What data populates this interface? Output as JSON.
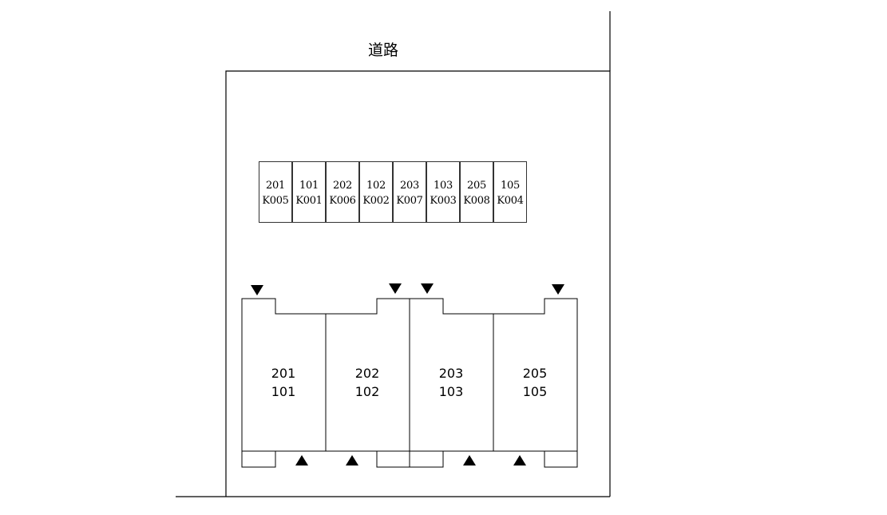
{
  "road_label": "道路",
  "parking": [
    {
      "unit": "201",
      "code": "K005"
    },
    {
      "unit": "101",
      "code": "K001"
    },
    {
      "unit": "202",
      "code": "K006"
    },
    {
      "unit": "102",
      "code": "K002"
    },
    {
      "unit": "203",
      "code": "K007"
    },
    {
      "unit": "103",
      "code": "K003"
    },
    {
      "unit": "205",
      "code": "K008"
    },
    {
      "unit": "105",
      "code": "K004"
    }
  ],
  "units": [
    {
      "upper": "201",
      "lower": "101"
    },
    {
      "upper": "202",
      "lower": "102"
    },
    {
      "upper": "203",
      "lower": "103"
    },
    {
      "upper": "205",
      "lower": "105"
    }
  ]
}
